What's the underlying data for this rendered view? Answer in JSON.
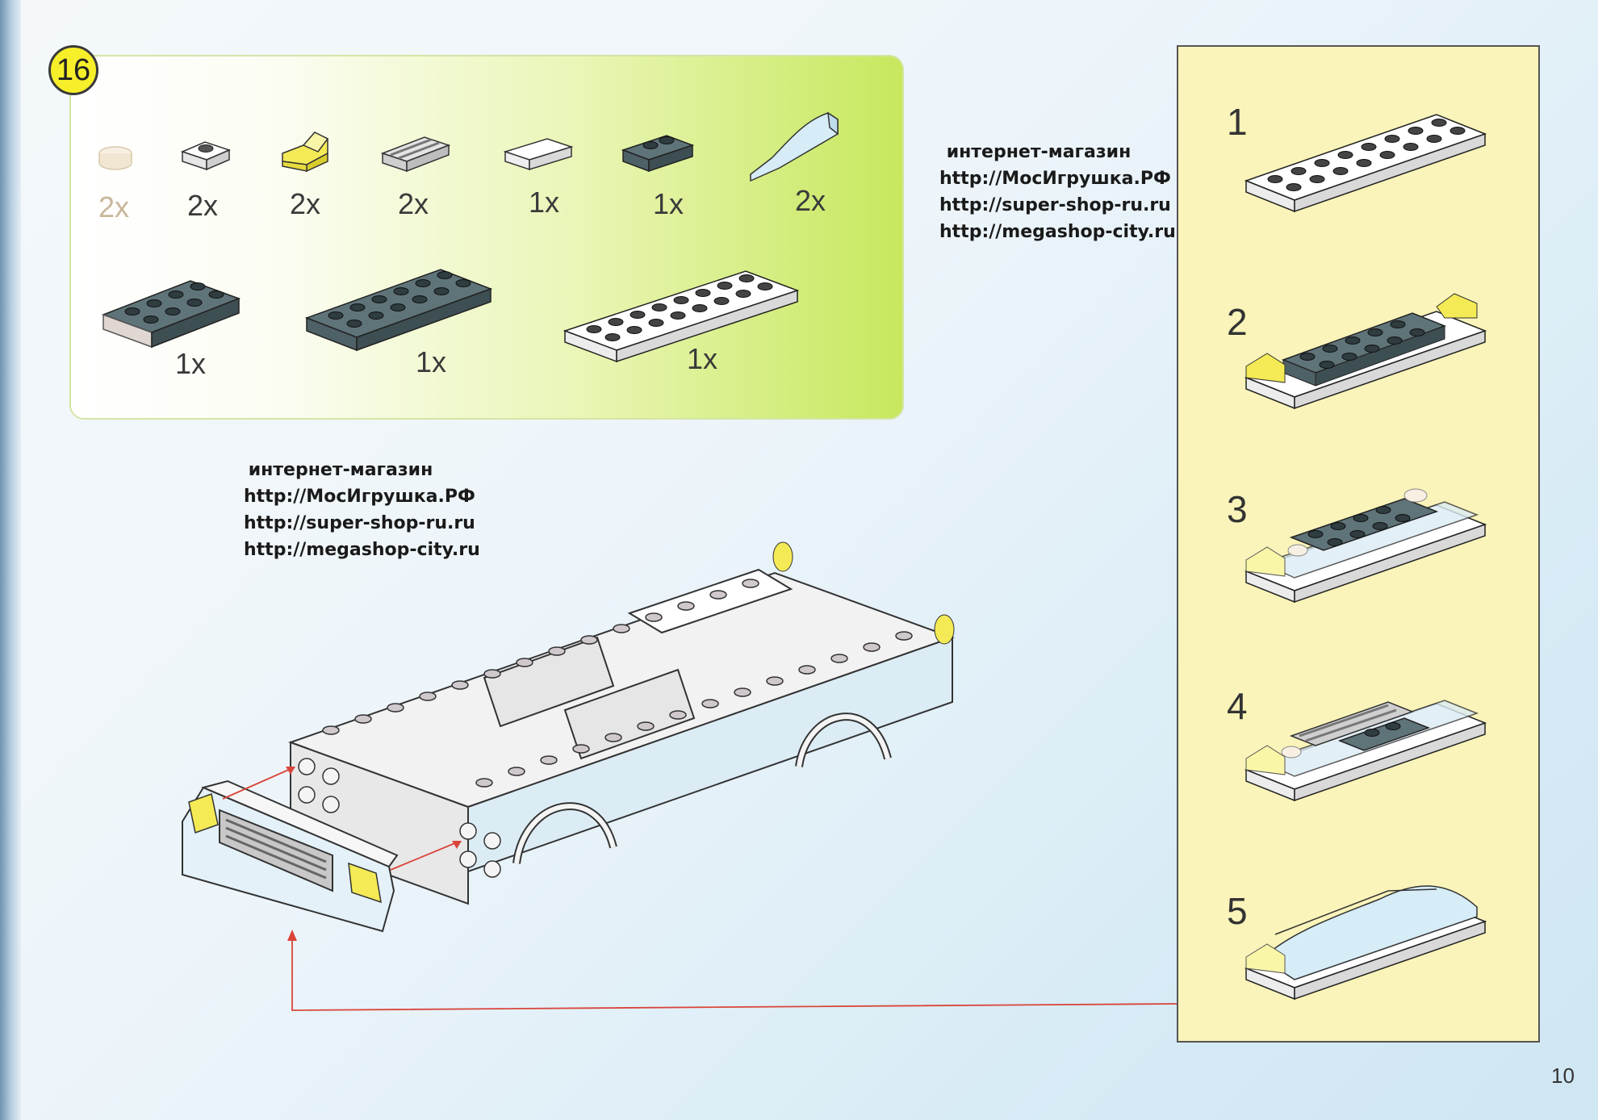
{
  "step": {
    "number": "16"
  },
  "parts": [
    {
      "icon": "round-plate-icon",
      "qty": "2x",
      "color": "#f3ead8"
    },
    {
      "icon": "plate-1x1-icon",
      "qty": "2x",
      "color": "#ffffff"
    },
    {
      "icon": "yellow-slope-icon",
      "qty": "2x",
      "color": "#f4ea55"
    },
    {
      "icon": "grille-tile-icon",
      "qty": "2x",
      "color": "#d8d8d8"
    },
    {
      "icon": "flat-tile-icon",
      "qty": "1x",
      "color": "#ffffff"
    },
    {
      "icon": "dark-plate-1x2-icon",
      "qty": "1x",
      "color": "#5f7479"
    },
    {
      "icon": "curved-slope-icon",
      "qty": "2x",
      "color": "#d6ecf7"
    },
    {
      "icon": "dark-plate-2x4-icon",
      "qty": "1x",
      "color": "#5f7479"
    },
    {
      "icon": "dark-plate-2x6-icon",
      "qty": "1x",
      "color": "#5f7479"
    },
    {
      "icon": "white-plate-2x8-icon",
      "qty": "1x",
      "color": "#ffffff"
    }
  ],
  "watermark": {
    "line1": "интернет-магазин",
    "line2": "http://МосИгрушка.РФ",
    "line3": "http://super-shop-ru.ru",
    "line4": "http://megashop-city.ru"
  },
  "substeps": [
    "1",
    "2",
    "3",
    "4",
    "5"
  ],
  "page_number": "10",
  "colors": {
    "panel_green": "#c7e85e",
    "badge_yellow": "#f6ef2a",
    "sub_panel": "#faf4ba",
    "arrow_red": "#d9453a"
  }
}
